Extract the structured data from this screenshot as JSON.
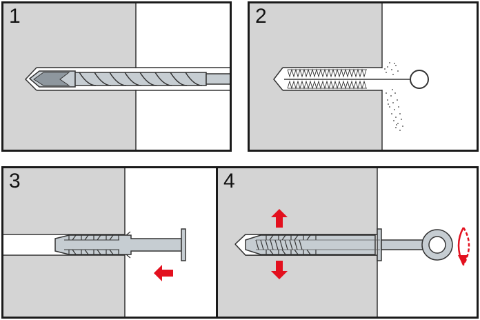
{
  "panels": [
    {
      "number": "1",
      "step": "drill-hole"
    },
    {
      "number": "2",
      "step": "clean-hole"
    },
    {
      "number": "3",
      "step": "insert-plug"
    },
    {
      "number": "4",
      "step": "screw-in-hook"
    }
  ],
  "colors": {
    "wall": "#d4d4d4",
    "border": "#1a1a1a",
    "plug": "#c6cdd2",
    "arrow": "#e3101e",
    "line": "#333333"
  }
}
